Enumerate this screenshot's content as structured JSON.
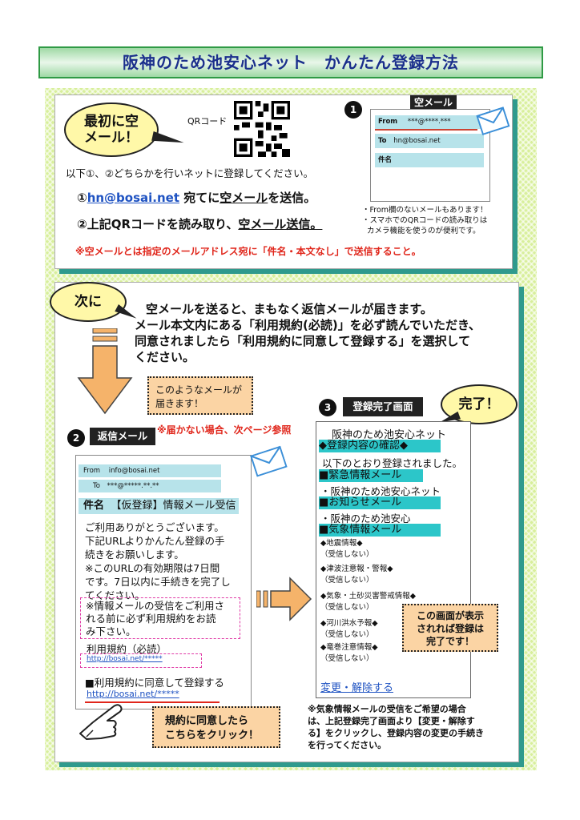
{
  "title": "阪神のため池安心ネット　かんたん登録方法",
  "step1": {
    "bubble": [
      "最初に空",
      "メール！"
    ],
    "qr_label": "QRコード",
    "instruction": "以下①、②どちらかを行いネットに登録してください。",
    "option1_prefix": "①",
    "option1_email": "hn@bosai.net",
    "option1_mid": " 宛てに",
    "option1_emph": "空メール",
    "option1_suffix": "を送信。",
    "option2_text": "②上記QRコードを読み取り、",
    "option2_emph": "空メール送信。",
    "note": "※空メールとは指定のメールアドレス宛に「件名・本文なし」で送信すること。",
    "circle": "1",
    "mail_tab": "空メール",
    "from_label": "From",
    "from_value": "***@****.***",
    "to_label": "To",
    "to_value": "hn@bosai.net",
    "subject_label": "件名",
    "tips": [
      "・From欄のないメールもあります！",
      "・スマホでのQRコードの読み取りは",
      "カメラ機能を使うのが便利です。"
    ]
  },
  "step2": {
    "bubble": "次に",
    "intro": [
      "空メールを送ると、まもなく返信メールが届きます。",
      "メール本文内にある「利用規約(必読)」を必ず読んでいただき、",
      "同意されましたら「利用規約に同意して登録する」を選択して",
      "ください。"
    ],
    "callout": [
      "このようなメールが",
      "届きます！"
    ],
    "circle": "2",
    "reply_tab": "返信メール",
    "not_arrived": "※届かない場合、次ページ参照",
    "from_label": "From",
    "from_value": "info@bosai.net",
    "to_label": "To",
    "to_value": "***@*****.**.**",
    "subject_label": "件名",
    "subject_value": "【仮登録】情報メール受信",
    "body": [
      "ご利用ありがとうございます。",
      "下記URLよりかんたん登録の手",
      "続きをお願いします。",
      "※このURLの有効期限は7日間",
      "です。7日以内に手続きを完了し",
      "てください。"
    ],
    "warn": [
      "※情報メールの受信をご利用さ",
      "れる前に必ず利用規約をお読",
      "み下さい。"
    ],
    "terms_label": "利用規約（必読）",
    "terms_link": "http://bosai.net/*****",
    "agree_label": "■利用規約に同意して登録する",
    "agree_link": "http://bosai.net/*****",
    "click_callout": [
      "規約に同意したら",
      "こちらをクリック！"
    ]
  },
  "step3": {
    "circle": "3",
    "tab": "登録完了画面",
    "bubble": "完了！",
    "site_name": "阪神のため池安心ネット",
    "confirm_header": "◆登録内容の確認◆",
    "confirm_text": "以下のとおり登録されました。",
    "emergency_header": "■緊急情報メール",
    "emergency_item": "・阪神のため池安心ネット",
    "notice_header": "■お知らせメール",
    "notice_item": "・阪神のため池安心",
    "weather_header": "■気象情報メール",
    "weather_items": [
      {
        "name": "◆地震情報◆",
        "status": "（受信しない）"
      },
      {
        "name": "◆津波注意報・警報◆",
        "status": "（受信しない）"
      },
      {
        "name": "◆気象・土砂災害警戒情報◆",
        "status": "（受信しない）"
      },
      {
        "name": "◆河川洪水予報◆",
        "status": "（受信しない）"
      },
      {
        "name": "◆竜巻注意情報◆",
        "status": "（受信しない）"
      }
    ],
    "change_link": "変更・解除する",
    "done_callout": [
      "この画面が表示",
      "されれば登録は",
      "完了です！"
    ],
    "footnote": [
      "※気象情報メールの受信をご希望の場合",
      "は、上記登録完了画面より【変更・解除す",
      "る】をクリックし、登録内容の変更の手続き",
      "を行ってください。"
    ]
  }
}
